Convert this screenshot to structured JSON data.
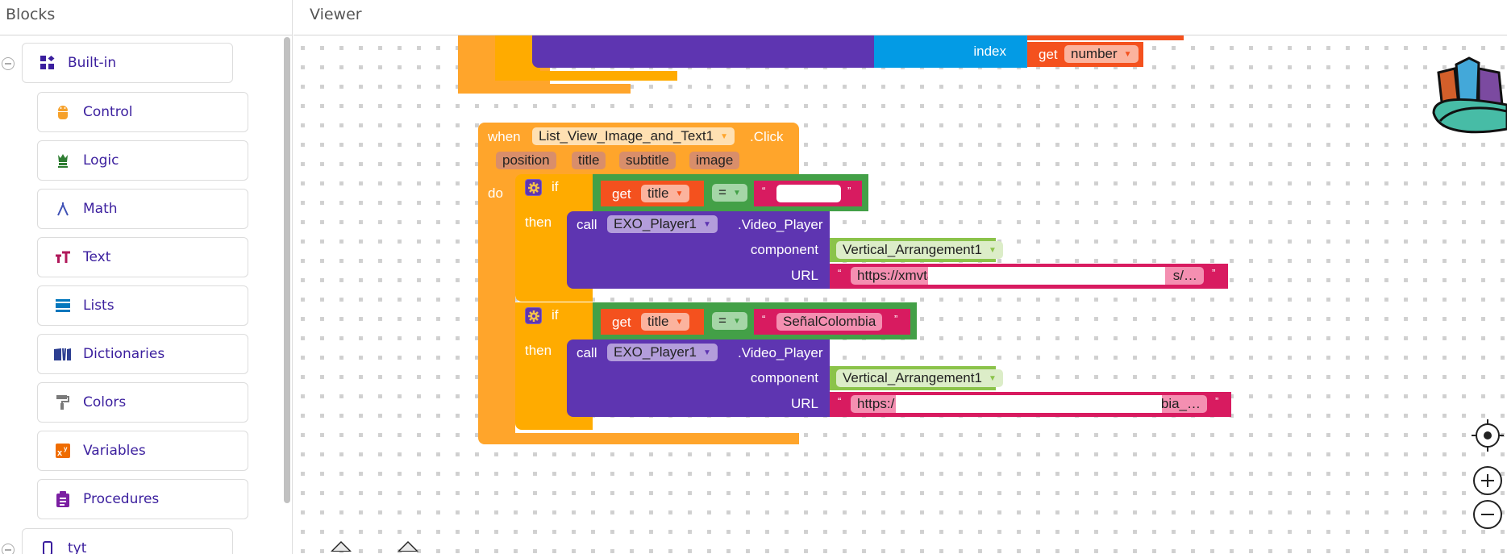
{
  "sidebar": {
    "title": "Blocks",
    "builtin": {
      "label": "Built-in",
      "icon": "builtin-blocks-icon",
      "items": [
        {
          "label": "Control",
          "icon": "control-icon",
          "color": "#f6a12b"
        },
        {
          "label": "Logic",
          "icon": "logic-icon",
          "color": "#2e7d32"
        },
        {
          "label": "Math",
          "icon": "math-icon",
          "color": "#3f51b5"
        },
        {
          "label": "Text",
          "icon": "text-icon",
          "color": "#b0185a"
        },
        {
          "label": "Lists",
          "icon": "lists-icon",
          "color": "#0277bd"
        },
        {
          "label": "Dictionaries",
          "icon": "dictionaries-icon",
          "color": "#2c3e91"
        },
        {
          "label": "Colors",
          "icon": "colors-icon",
          "color": "#7a7a7a"
        },
        {
          "label": "Variables",
          "icon": "variables-icon",
          "color": "#ef6c00"
        },
        {
          "label": "Procedures",
          "icon": "procedures-icon",
          "color": "#7b1fa2"
        }
      ]
    },
    "screen": {
      "label": "tyt",
      "icon": "phone-icon"
    }
  },
  "viewer": {
    "title": "Viewer",
    "top_partial": {
      "index_label": "index",
      "get_label": "get",
      "get_var": "number"
    },
    "event": {
      "when": "when",
      "component": "List_View_Image_and_Text1",
      "event_name": ".Click",
      "params": [
        "position",
        "title",
        "subtitle",
        "image"
      ],
      "do": "do",
      "ifs": [
        {
          "if": "if",
          "get": "get",
          "var": "title",
          "op": "=",
          "compare_text": "",
          "then": "then",
          "call": "call",
          "call_component": "EXO_Player1",
          "method": ".Video_Player",
          "arg1_label": "component",
          "arg1_value": "Vertical_Arrangement1",
          "arg2_label": "URL",
          "url_start": "https://xmvta",
          "url_end": "s/…"
        },
        {
          "if": "if",
          "get": "get",
          "var": "title",
          "op": "=",
          "compare_text": "SeñalColombia",
          "then": "then",
          "call": "call",
          "call_component": "EXO_Player1",
          "method": ".Video_Player",
          "arg1_label": "component",
          "arg1_value": "Vertical_Arrangement1",
          "arg2_label": "URL",
          "url_start": "https:/",
          "url_end": "bia_…"
        }
      ]
    },
    "quote_open": "“",
    "quote_close": "”",
    "colors": {
      "event": "#ffa52b",
      "control": "#ffab00",
      "procedure": "#5e35b1",
      "lists": "#039be5",
      "variable": "#f4511e",
      "logic": "#43a047",
      "component": "#8bc34a",
      "text": "#d81b60"
    }
  }
}
